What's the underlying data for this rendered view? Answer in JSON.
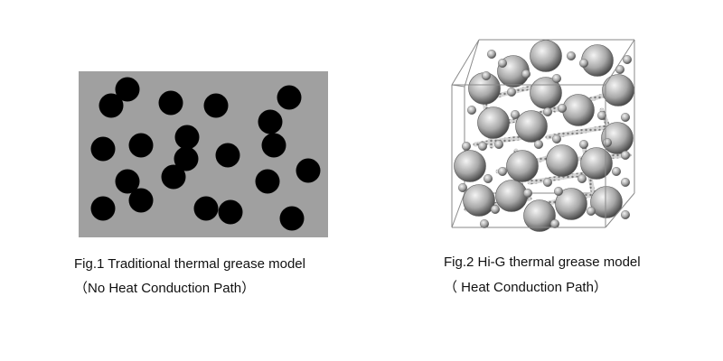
{
  "figure1": {
    "caption": "Fig.1 Traditional thermal grease model",
    "subcaption": "（No Heat Conduction Path）",
    "colors": {
      "background": "#a0a0a0",
      "particle": "#000000"
    }
  },
  "figure2": {
    "caption": "Fig.2 Hi-G thermal grease model",
    "subcaption": "（ Heat Conduction Path）",
    "colors": {
      "cube_edge": "#8a8a8a",
      "sphere_light": "#f4f4f4",
      "sphere_dark": "#3a3a3a",
      "path": "#9a9a9a"
    }
  }
}
